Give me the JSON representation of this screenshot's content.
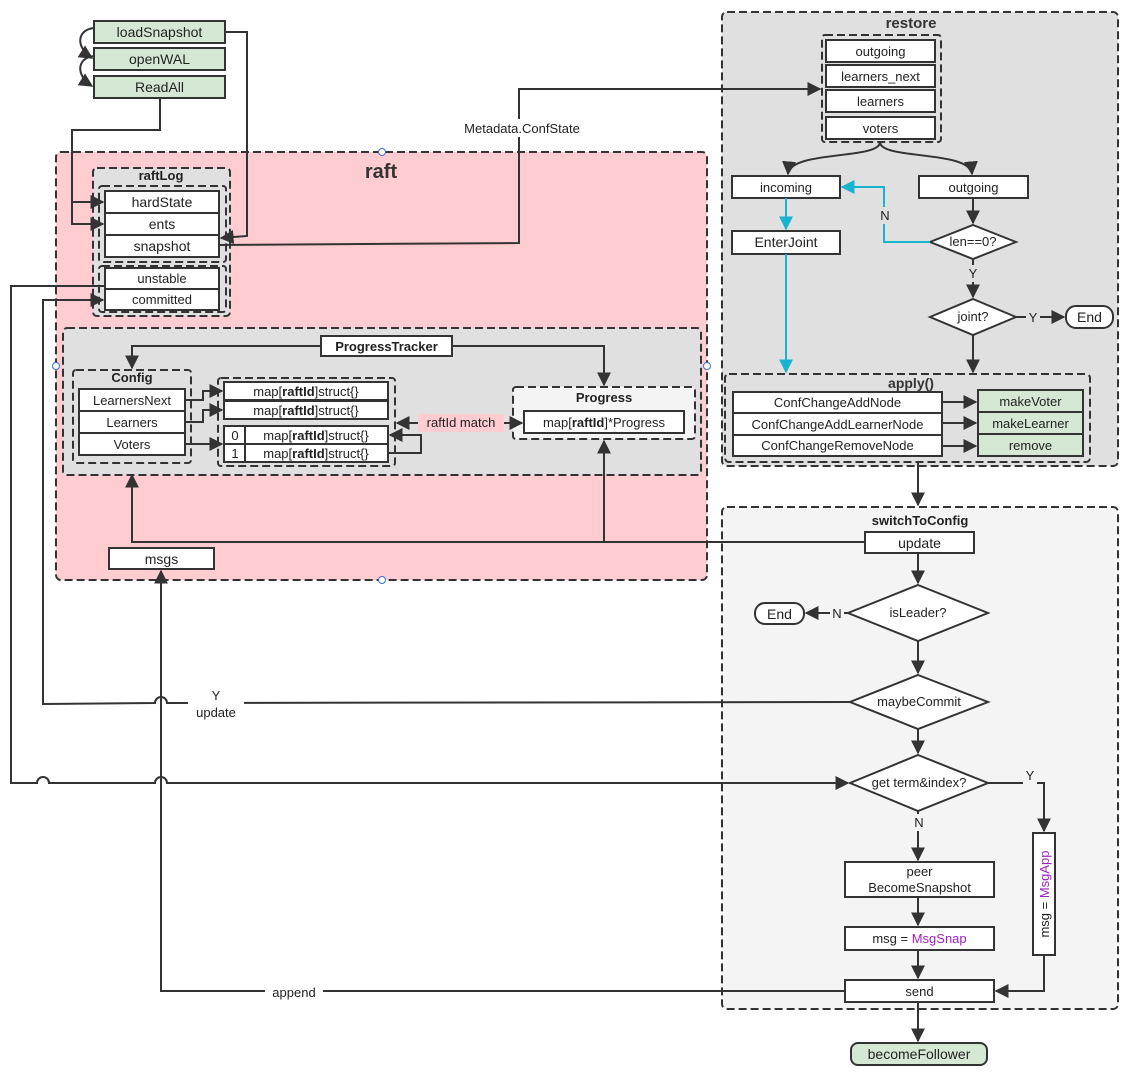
{
  "top_inputs": {
    "load_snapshot": "loadSnapshot",
    "open_wal": "openWAL",
    "read_all": "ReadAll"
  },
  "raft": {
    "title": "raft",
    "raft_log": {
      "title": "raftLog",
      "hard_state": "hardState",
      "ents": "ents",
      "snapshot": "snapshot",
      "unstable": "unstable",
      "committed": "committed"
    },
    "progress_tracker": {
      "title": "ProgressTracker",
      "config": {
        "title": "Config",
        "learners_next": "LearnersNext",
        "learners": "Learners",
        "voters": "Voters"
      },
      "maps": {
        "prefix": "map[",
        "key": "raftId",
        "suffix": "]struct{}",
        "index0": "0",
        "index1": "1"
      },
      "progress": {
        "title": "Progress",
        "prefix": "map[",
        "key": "raftId",
        "suffix": "]*Progress"
      },
      "match_label": "raftId match"
    },
    "msgs": "msgs"
  },
  "metadata_label": "Metadata.ConfState",
  "restore": {
    "title": "restore",
    "items": {
      "outgoing": "outgoing",
      "learners_next": "learners_next",
      "learners": "learners",
      "voters": "voters"
    },
    "incoming": "incoming",
    "outgoing": "outgoing",
    "enter_joint": "EnterJoint",
    "len_check": "len==0?",
    "joint_check": "joint?",
    "end": "End",
    "n": "N",
    "y": "Y",
    "apply": {
      "title": "apply()",
      "add_node": "ConfChangeAddNode",
      "add_learner": "ConfChangeAddLearnerNode",
      "remove_node": "ConfChangeRemoveNode",
      "make_voter": "makeVoter",
      "make_learner": "makeLearner",
      "remove": "remove"
    }
  },
  "switch_to_config": {
    "title": "switchToConfig",
    "update": "update",
    "is_leader": "isLeader?",
    "end": "End",
    "n": "N",
    "maybe_commit": "maybeCommit",
    "get_term": "get term&index?",
    "y": "Y",
    "n2": "N",
    "peer_line1": "peer",
    "peer_line2": "BecomeSnapshot",
    "msg_snap_prefix": "msg = ",
    "msg_snap": "MsgSnap",
    "msg_app_prefix": "msg = ",
    "msg_app": "MsgApp",
    "send": "send"
  },
  "update_label_y": "Y",
  "update_label": "update",
  "append_label": "append",
  "become_follower": "becomeFollower",
  "colors": {
    "raft_bg": "#ffccd1",
    "gray_bg": "#e0e0e0",
    "light_bg": "#f4f4f4",
    "green": "#d5e8d4",
    "cyan": "#17b3cf",
    "purple": "#a020c0"
  }
}
